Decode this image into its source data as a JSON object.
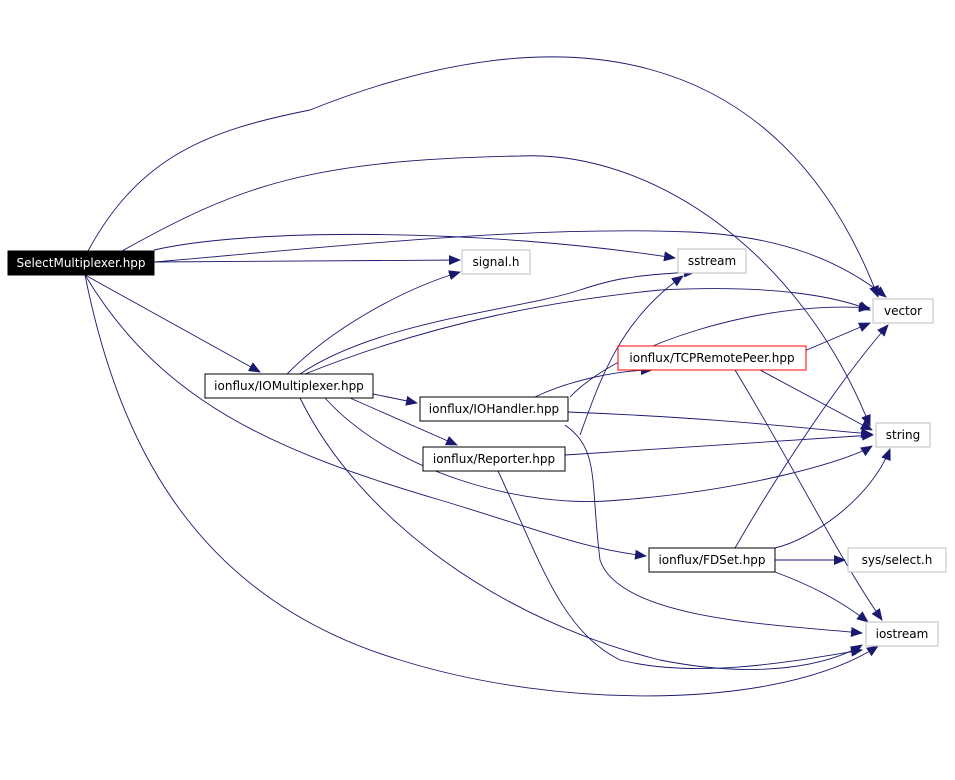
{
  "colors": {
    "edge": "#191970",
    "root_fill": "#000000",
    "root_text": "#ffffff",
    "local_border": "#000000",
    "external_border": "#bfbfbf",
    "highlight_border": "#ff0000",
    "text": "#000000"
  },
  "nodes": [
    {
      "id": "select",
      "label": "SelectMultiplexer.hpp",
      "kind": "root"
    },
    {
      "id": "signal",
      "label": "signal.h",
      "kind": "external"
    },
    {
      "id": "sstream",
      "label": "sstream",
      "kind": "external"
    },
    {
      "id": "vector",
      "label": "vector",
      "kind": "external"
    },
    {
      "id": "tcp",
      "label": "ionflux/TCPRemotePeer.hpp",
      "kind": "highlight"
    },
    {
      "id": "iomux",
      "label": "ionflux/IOMultiplexer.hpp",
      "kind": "local"
    },
    {
      "id": "iohandler",
      "label": "ionflux/IOHandler.hpp",
      "kind": "local"
    },
    {
      "id": "string",
      "label": "string",
      "kind": "external"
    },
    {
      "id": "reporter",
      "label": "ionflux/Reporter.hpp",
      "kind": "local"
    },
    {
      "id": "fdset",
      "label": "ionflux/FDSet.hpp",
      "kind": "local"
    },
    {
      "id": "sysselect",
      "label": "sys/select.h",
      "kind": "external"
    },
    {
      "id": "iostream",
      "label": "iostream",
      "kind": "external"
    }
  ],
  "edges": [
    {
      "from": "select",
      "to": "signal"
    },
    {
      "from": "select",
      "to": "sstream"
    },
    {
      "from": "select",
      "to": "vector"
    },
    {
      "from": "select",
      "to": "vector"
    },
    {
      "from": "select",
      "to": "string"
    },
    {
      "from": "select",
      "to": "iomux"
    },
    {
      "from": "select",
      "to": "fdset"
    },
    {
      "from": "select",
      "to": "iostream"
    },
    {
      "from": "iomux",
      "to": "signal"
    },
    {
      "from": "iomux",
      "to": "sstream"
    },
    {
      "from": "iomux",
      "to": "vector"
    },
    {
      "from": "iomux",
      "to": "iohandler"
    },
    {
      "from": "iomux",
      "to": "reporter"
    },
    {
      "from": "iomux",
      "to": "string"
    },
    {
      "from": "iomux",
      "to": "iostream"
    },
    {
      "from": "iohandler",
      "to": "tcp"
    },
    {
      "from": "iohandler",
      "to": "vector"
    },
    {
      "from": "iohandler",
      "to": "string"
    },
    {
      "from": "iohandler",
      "to": "iostream"
    },
    {
      "from": "reporter",
      "to": "sstream"
    },
    {
      "from": "reporter",
      "to": "string"
    },
    {
      "from": "reporter",
      "to": "iostream"
    },
    {
      "from": "tcp",
      "to": "vector"
    },
    {
      "from": "tcp",
      "to": "string"
    },
    {
      "from": "tcp",
      "to": "iostream"
    },
    {
      "from": "fdset",
      "to": "vector"
    },
    {
      "from": "fdset",
      "to": "string"
    },
    {
      "from": "fdset",
      "to": "sysselect"
    },
    {
      "from": "fdset",
      "to": "iostream"
    }
  ]
}
